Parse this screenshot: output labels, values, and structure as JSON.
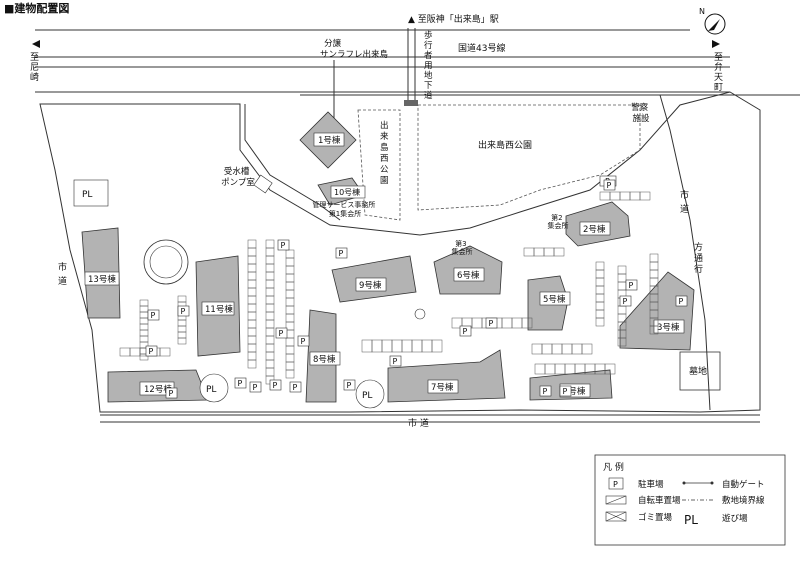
{
  "title": "■建物配置図",
  "north_label": "N",
  "station_label": "▲ 至阪神「出来島」駅",
  "west_label": "至尼崎",
  "east_label": "至弁天町",
  "national_road": "国道43号線",
  "underpass_label": "歩行者用地下道",
  "sale_label": [
    "分譲",
    "サンラフレ出来島"
  ],
  "park_north": "出来島西公園",
  "park_west": "出来島西公園",
  "police_box": [
    "警察",
    "施設"
  ],
  "water_tank": [
    "受水槽",
    "ポンプ室"
  ],
  "service_office": [
    "管理サービス事務所",
    "第1集会所"
  ],
  "meeting2": [
    "第2",
    "集会所"
  ],
  "meeting3": [
    "第3",
    "集会所"
  ],
  "city_road_bottom": "市 道",
  "city_road_left": "市道",
  "city_road_right": "市道",
  "oneway_label": "方通行",
  "cemetery": "墓地",
  "parking_mark": "P",
  "playground_mark": "PL",
  "buildings": {
    "b1": "1号棟",
    "b2": "2号棟",
    "b3": "3号棟",
    "b4": "4号棟",
    "b5": "5号棟",
    "b6": "6号棟",
    "b7": "7号棟",
    "b8": "8号棟",
    "b9": "9号棟",
    "b10": "10号棟",
    "b11": "11号棟",
    "b12": "12号棟",
    "b13": "13号棟"
  },
  "legend": {
    "title": "凡 例",
    "parking": "駐車場",
    "bicycle": "自転車置場",
    "garbage": "ゴミ置場",
    "gate": "自動ゲート",
    "boundary": "敷地境界線",
    "play": "遊び場",
    "play_mark": "PL"
  }
}
